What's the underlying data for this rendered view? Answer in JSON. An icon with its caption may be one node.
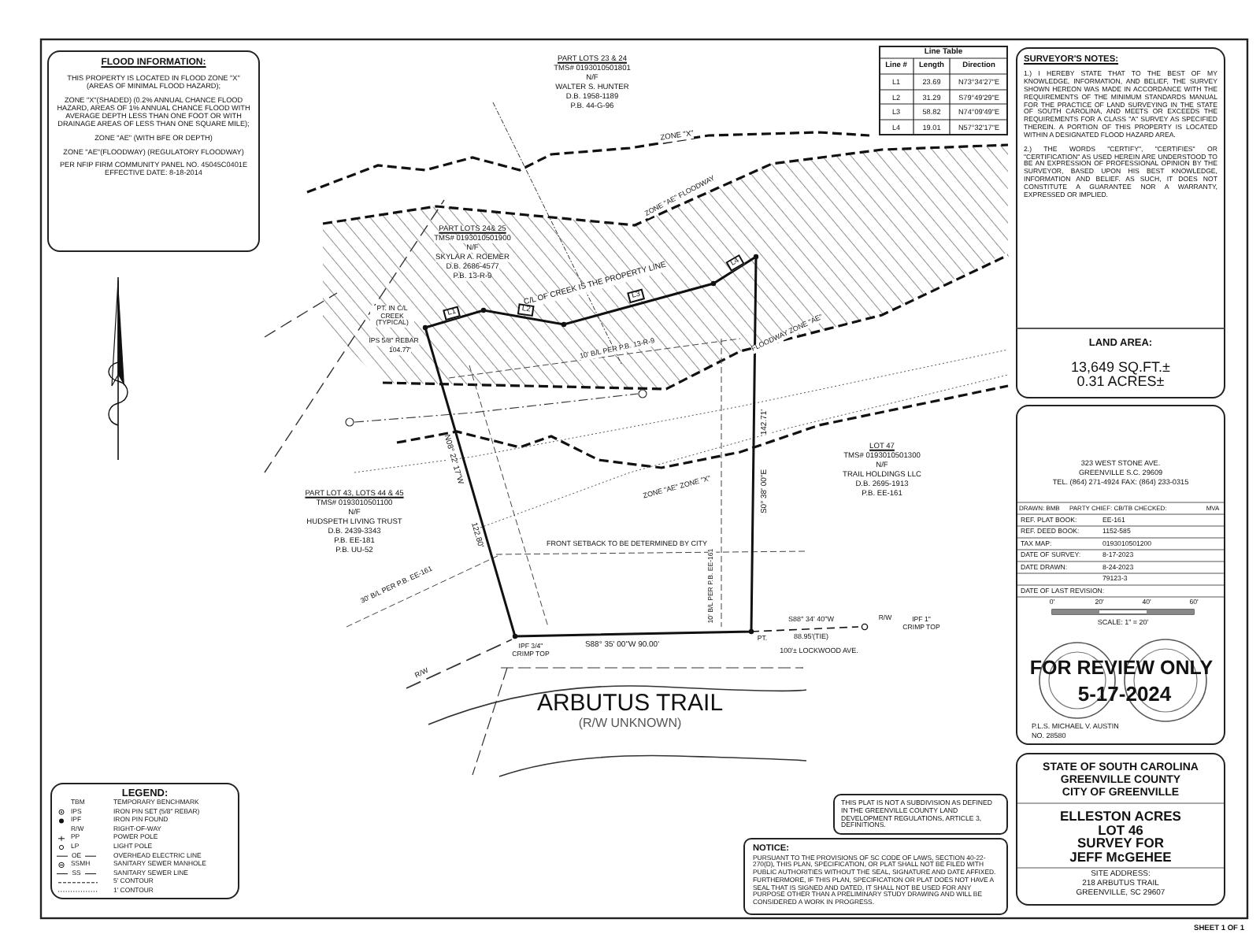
{
  "diagram": {
    "nodes": [
      {
        "text": [
          "FLOOD INFORMATION:",
          "THIS PROPERTY IS LOCATED IN FLOOD ZONE \"X\" (AREAS OF MINIMAL FLOOD HAZARD);",
          "ZONE \"X\"(SHADED) (0.2% ANNUAL CHANCE FLOOD HAZARD, AREAS OF 1% ANNUAL CHANCE FLOOD WITH AVERAGE DEPTH LESS THAN ONE FOOT OR WITH DRAINAGE AREAS OF LESS THAN ONE SQUARE MILE);",
          "ZONE \"AE\" (WITH BFE OR DEPTH)",
          "ZONE \"AE\"(FLOODWAY) (REGULATORY FLOODWAY)",
          "PER NFIP FIRM COMMUNITY PANEL NO. 45045C0401E EFFECTIVE DATE: 8-18-2014"
        ]
      },
      {
        "text": [
          "LEGEND:"
        ]
      },
      {
        "text": [
          "Line Table"
        ]
      },
      {
        "text": [
          "SURVEYOR'S NOTES:",
          "1.) I HEREBY STATE THAT TO THE BEST OF MY KNOWLEDGE, INFORMATION, AND BELIEF, THE SURVEY SHOWN HEREON WAS MADE IN ACCORDANCE WITH THE REQUIREMENTS OF THE MINIMUM STANDARDS MANUAL FOR THE PRACTICE OF LAND SURVEYING IN THE STATE OF SOUTH CAROLINA, AND MEETS OR EXCEEDS THE REQUIREMENTS FOR A CLASS \"A\" SURVEY AS SPECIFIED THEREIN. A PORTION OF THIS PROPERTY IS LOCATED WITHIN A DESIGNATED FLOOD HAZARD AREA.",
          "2.) THE WORDS \"CERTIFY\", \"CERTIFIES\" OR \"CERTIFICATION\" AS USED HEREIN ARE UNDERSTOOD TO BE AN EXPRESSION OF PROFESSIONAL OPINION BY THE SURVEYOR, BASED UPON HIS BEST KNOWLEDGE, INFORMATION AND BELIEF. AS SUCH, IT DOES NOT CONSTITUTE A GUARANTEE NOR A WARRANTY, EXPRESSED OR IMPLIED."
        ]
      },
      {
        "text": [
          "LAND AREA:",
          "13,649 SQ.FT.±",
          "0.31 ACRES±"
        ]
      },
      {
        "text": [
          "323 WEST STONE AVE.",
          "GREENVILLE S.C. 29609",
          "TEL. (864) 271-4924 FAX: (864) 233-0315"
        ]
      },
      {
        "text": [
          "STATE OF SOUTH CAROLINA",
          "GREENVILLE COUNTY",
          "CITY OF GREENVILLE",
          "ELLESTON ACRES",
          "LOT 46",
          "SURVEY FOR",
          "JEFF McGEHEE",
          "SITE ADDRESS:",
          "218 ARBUTUS TRAIL",
          "GREENVILLE, SC 29607"
        ]
      },
      {
        "text": [
          "THIS PLAT IS NOT A SUBDIVISION AS DEFINED IN THE GREENVILLE COUNTY LAND DEVELOPMENT REGULATIONS, ARTICLE 3, DEFINITIONS."
        ]
      },
      {
        "text": [
          "NOTICE:",
          "PURSUANT TO THE PROVISIONS OF SC CODE OF LAWS, SECTION 40-22-270(D), THIS PLAN, SPECIFICATION, OR PLAT SHALL NOT BE FILED WITH PUBLIC AUTHORITIES WITHOUT THE SEAL, SIGNATURE AND DATE AFFIXED. FURTHERMORE, IF THIS PLAN, SPECIFICATION OR PLAT DOES NOT HAVE A SEAL THAT IS SIGNED AND DATED, IT SHALL NOT BE USED FOR ANY PURPOSE OTHER THAN A PRELIMINARY STUDY DRAWING AND WILL BE CONSIDERED A WORK IN PROGRESS."
        ]
      }
    ],
    "labels": [
      "PART LOTS 23 & 24",
      "TMS# 0193010501801",
      "N/F",
      "WALTER S. HUNTER",
      "D.B. 1958-1189",
      "P.B. 44-G-96",
      "PART LOTS 24& 25",
      "TMS# 0193010501900",
      "N/F",
      "SKYLAR A. ROEMER",
      "D.B. 2686-4577",
      "P.B. 13-R-9",
      "PART LOT 43, LOTS 44 & 45",
      "TMS# 0193010501100",
      "N/F",
      "HUDSPETH LIVING TRUST",
      "D.B. 2439-3343",
      "P.B. EE-181",
      "P.B. UU-52",
      "LOT 47",
      "TMS# 0193010501300",
      "N/F",
      "TRAIL HOLDINGS LLC",
      "D.B. 2695-1913",
      "P.B. EE-161",
      "C/L OF CREEK IS THE PROPERTY LINE",
      "L1",
      "L2",
      "L3",
      "L4",
      "PT. IN C/L CREEK (TYPICAL)",
      "IPS 5/8\" REBAR",
      "104.77'",
      "10' B/L PER P.B. 13-R-9",
      "ZONE \"X\"",
      "ZONE \"AE\" FLOODWAY",
      "FLOODWAY ZONE \"AE\"",
      "ZONE \"AE\" ZONE \"X\"",
      "N08° 22' 17\"W",
      "122.80'",
      "142.71'",
      "S0° 38' 00\"E",
      "S88° 35' 00\"W 90.00'",
      "S88° 34' 40\"W",
      "88.95'(TIE)",
      "R/W",
      "IPF 1\" CRIMP TOP",
      "PT.",
      "100'± LOCKWOOD AVE.",
      "IPF 3/4\" CRIMP TOP",
      "FRONT SETBACK TO BE DETERMINED BY CITY",
      "30' B/L PER P.B. EE-161",
      "10' B/L PER P.B. EE-161",
      "R/W",
      "ARBUTUS TRAIL",
      "(R/W UNKNOWN)",
      "Line #",
      "Length",
      "Direction",
      "L1",
      "23.69",
      "N73°34'27\"E",
      "L2",
      "31.29",
      "S79°49'29\"E",
      "L3",
      "58.82",
      "N74°09'49\"E",
      "L4",
      "19.01",
      "N57°32'17\"E",
      "TBM",
      "IPS",
      "IPF",
      "R/W",
      "PP",
      "LP",
      "OE",
      "SSMH",
      "SS",
      "DRAWN: BMB",
      "PARTY CHIEF: CB/TB CHECKED:",
      "MVA",
      "REF. PLAT BOOK:",
      "EE-161",
      "REF. DEED BOOK:",
      "1152-585",
      "TAX MAP:",
      "0193010501200",
      "DATE OF SURVEY:",
      "8-17-2023",
      "DATE DRAWN:",
      "8-24-2023",
      "79123-3",
      "DATE OF LAST REVISION:",
      "0'",
      "20'",
      "40'",
      "60'",
      "SCALE: 1\" = 20'",
      "FOR REVIEW ONLY",
      "5-17-2024",
      "P.L.S. MICHAEL V. AUSTIN",
      "NO. 28580",
      "SHEET 1 OF 1"
    ],
    "legend": [
      {
        "text": "TEMPORARY BENCHMARK"
      },
      {
        "text": "IRON PIN SET (5/8\" REBAR)"
      },
      {
        "text": "IRON PIN FOUND"
      },
      {
        "text": "RIGHT-OF-WAY"
      },
      {
        "text": "POWER POLE"
      },
      {
        "text": "LIGHT POLE"
      },
      {
        "text": "OVERHEAD ELECTRIC LINE"
      },
      {
        "text": "SANITARY SEWER MANHOLE"
      },
      {
        "text": "SANITARY SEWER LINE"
      },
      {
        "text": "5' CONTOUR"
      },
      {
        "text": "1' CONTOUR"
      }
    ]
  }
}
